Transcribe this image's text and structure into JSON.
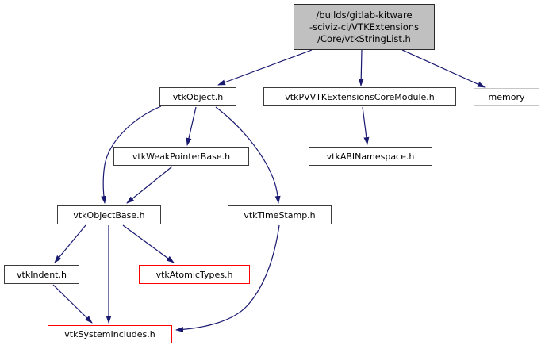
{
  "diagram": {
    "kind": "include-dependency-graph",
    "colors": {
      "edge": "#191970",
      "node_border": "#3c3c3c",
      "truncated_node_border": "#ff0000",
      "external_node_border": "#c6c6c6",
      "root_fill": "#c0c0c0",
      "background": "#ffffff"
    },
    "root": {
      "label": "/builds/gitlab-kitware\n-sciviz-ci/VTKExtensions\n/Core/vtkStringList.h"
    },
    "nodes": [
      {
        "id": "vtkObject",
        "label": "vtkObject.h",
        "style": "normal"
      },
      {
        "id": "vtkPVVTKExtensionsCoreModule",
        "label": "vtkPVVTKExtensionsCoreModule.h",
        "style": "normal"
      },
      {
        "id": "memory",
        "label": "memory",
        "style": "external"
      },
      {
        "id": "vtkWeakPointerBase",
        "label": "vtkWeakPointerBase.h",
        "style": "normal"
      },
      {
        "id": "vtkABINamespace",
        "label": "vtkABINamespace.h",
        "style": "normal"
      },
      {
        "id": "vtkObjectBase",
        "label": "vtkObjectBase.h",
        "style": "normal"
      },
      {
        "id": "vtkTimeStamp",
        "label": "vtkTimeStamp.h",
        "style": "normal"
      },
      {
        "id": "vtkIndent",
        "label": "vtkIndent.h",
        "style": "normal"
      },
      {
        "id": "vtkAtomicTypes",
        "label": "vtkAtomicTypes.h",
        "style": "truncated"
      },
      {
        "id": "vtkSystemIncludes",
        "label": "vtkSystemIncludes.h",
        "style": "truncated"
      }
    ],
    "edges": [
      {
        "from": "/Core/vtkStringList.h",
        "to": "vtkObject.h"
      },
      {
        "from": "/Core/vtkStringList.h",
        "to": "vtkPVVTKExtensionsCoreModule.h"
      },
      {
        "from": "/Core/vtkStringList.h",
        "to": "memory"
      },
      {
        "from": "vtkObject.h",
        "to": "vtkWeakPointerBase.h"
      },
      {
        "from": "vtkObject.h",
        "to": "vtkObjectBase.h"
      },
      {
        "from": "vtkObject.h",
        "to": "vtkTimeStamp.h"
      },
      {
        "from": "vtkWeakPointerBase.h",
        "to": "vtkObjectBase.h"
      },
      {
        "from": "vtkPVVTKExtensionsCoreModule.h",
        "to": "vtkABINamespace.h"
      },
      {
        "from": "vtkObjectBase.h",
        "to": "vtkIndent.h"
      },
      {
        "from": "vtkObjectBase.h",
        "to": "vtkAtomicTypes.h"
      },
      {
        "from": "vtkObjectBase.h",
        "to": "vtkSystemIncludes.h"
      },
      {
        "from": "vtkIndent.h",
        "to": "vtkSystemIncludes.h"
      },
      {
        "from": "vtkTimeStamp.h",
        "to": "vtkSystemIncludes.h"
      }
    ]
  }
}
